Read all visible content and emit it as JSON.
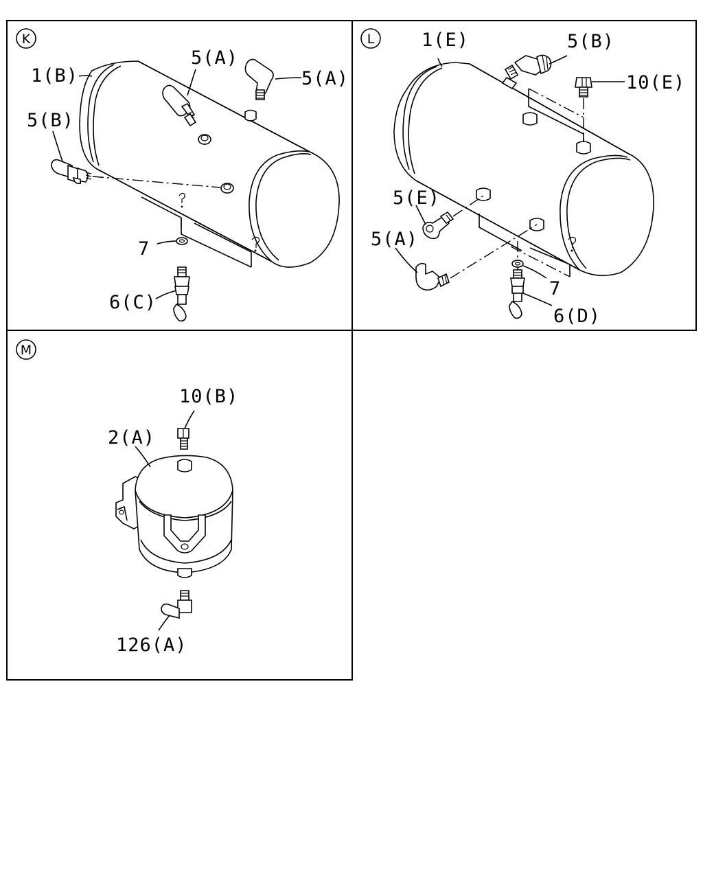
{
  "panels": {
    "k": {
      "badge": "K",
      "labels": {
        "tank": "1(B)",
        "fitting_top_a": "5(A)",
        "fitting_right_a": "5(A)",
        "fitting_left_b": "5(B)",
        "washer": "7",
        "drain": "6(C)"
      }
    },
    "l": {
      "badge": "L",
      "labels": {
        "tank": "1(E)",
        "fitting_top_b": "5(B)",
        "plug": "10(E)",
        "fitting_e": "5(E)",
        "fitting_a": "5(A)",
        "washer": "7",
        "drain": "6(D)"
      }
    },
    "m": {
      "badge": "M",
      "labels": {
        "plug": "10(B)",
        "tank": "2(A)",
        "fitting": "126(A)"
      }
    }
  }
}
